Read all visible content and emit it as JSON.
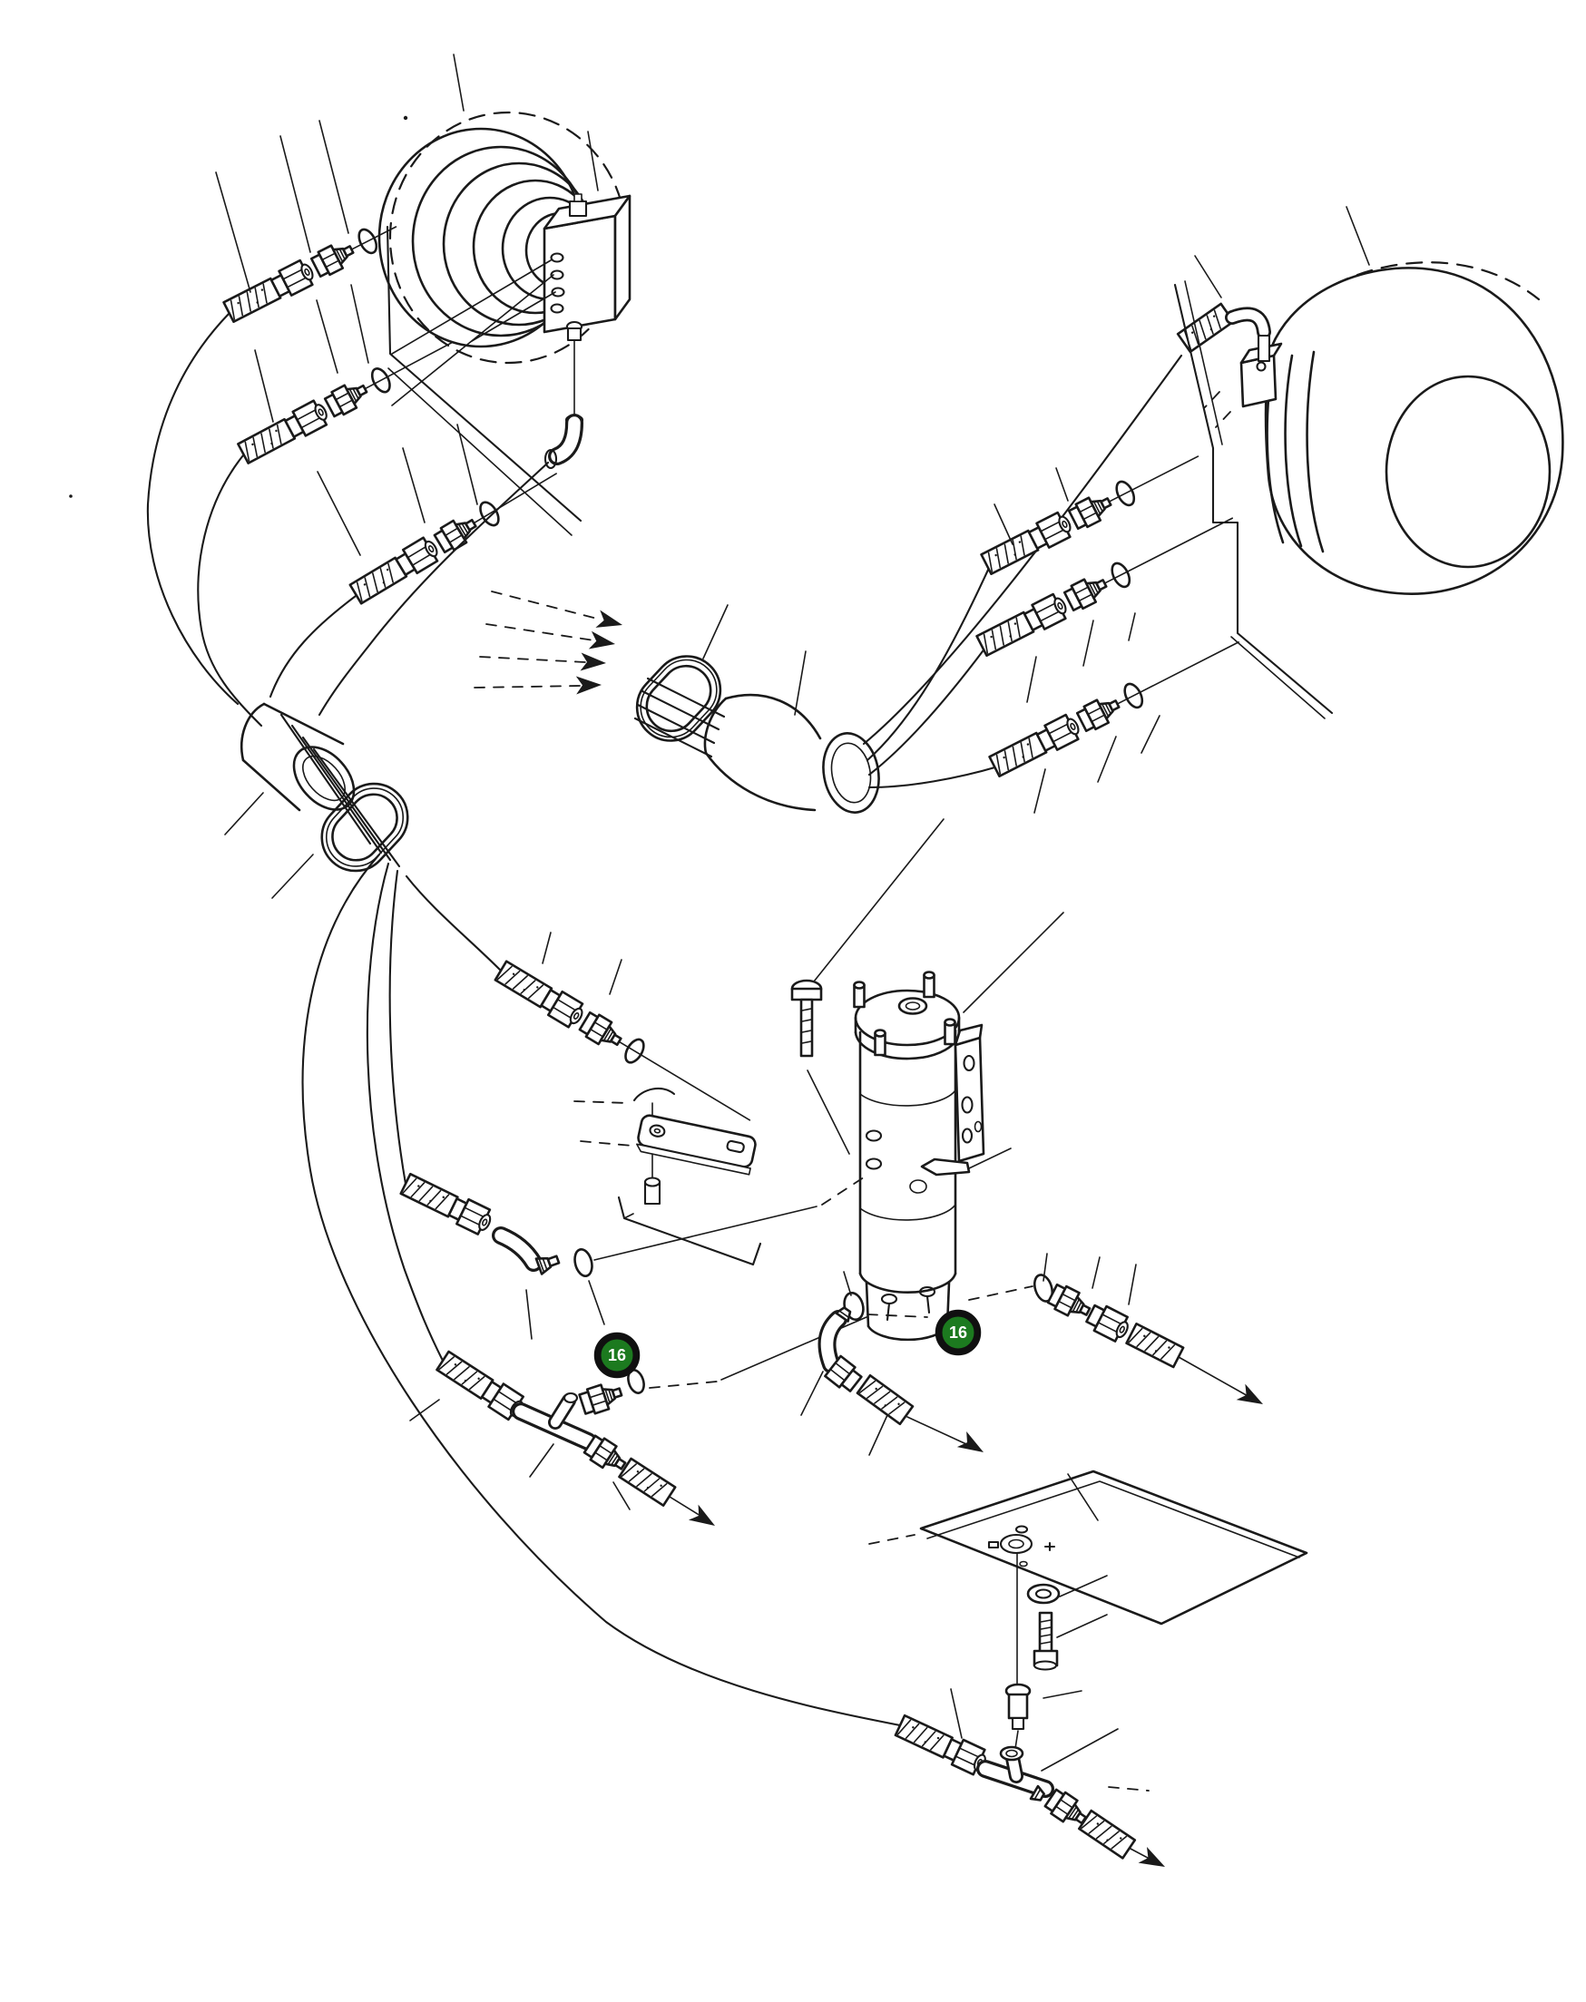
{
  "figure": {
    "type": "exploded-parts-diagram",
    "subject": "hydraulic-hose-routing-with-travel-motors-swivel-joint-and-fittings",
    "background": "#ffffff",
    "line_color": "#1a1a1a"
  },
  "callouts": [
    {
      "label": "16",
      "fill": "#1c7a1f",
      "ring": "#101010",
      "text_color": "#ffffff"
    },
    {
      "label": "16",
      "fill": "#1c7a1f",
      "ring": "#101010",
      "text_color": "#ffffff"
    }
  ]
}
